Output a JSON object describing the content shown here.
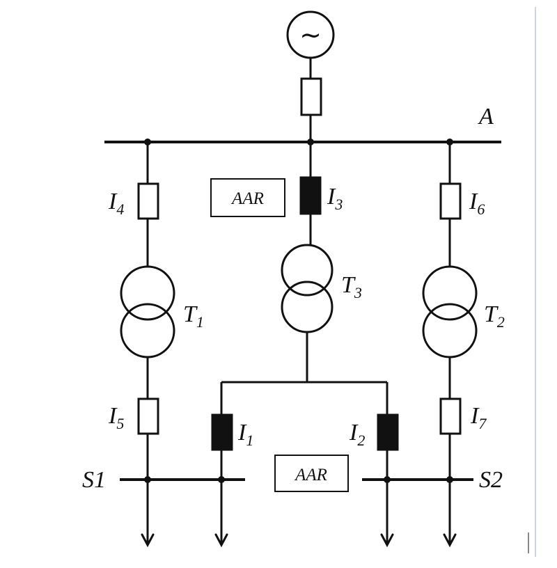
{
  "diagram": {
    "generator_symbol": "~",
    "bus_top_label": "A",
    "bus_left_label": "S1",
    "bus_right_label": "S2",
    "aar_top_label": "AAR",
    "aar_bottom_label": "AAR",
    "breakers": {
      "i1": {
        "letter": "I",
        "sub": "1"
      },
      "i2": {
        "letter": "I",
        "sub": "2"
      },
      "i3": {
        "letter": "I",
        "sub": "3"
      },
      "i4": {
        "letter": "I",
        "sub": "4"
      },
      "i5": {
        "letter": "I",
        "sub": "5"
      },
      "i6": {
        "letter": "I",
        "sub": "6"
      },
      "i7": {
        "letter": "I",
        "sub": "7"
      }
    },
    "transformers": {
      "t1": {
        "letter": "T",
        "sub": "1"
      },
      "t2": {
        "letter": "T",
        "sub": "2"
      },
      "t3": {
        "letter": "T",
        "sub": "3"
      }
    }
  }
}
